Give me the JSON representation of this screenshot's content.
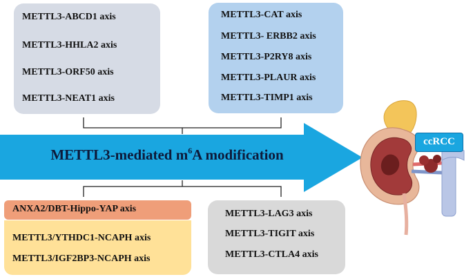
{
  "top_left_box": {
    "items": [
      "METTL3-ABCD1 axis",
      "METTL3-HHLA2 axis",
      "METTL3-ORF50 axis",
      "METTL3-NEAT1 axis"
    ]
  },
  "top_right_box": {
    "items": [
      "METTL3-CAT axis",
      "METTL3- ERBB2 axis",
      "METTL3-P2RY8 axis",
      "METTL3-PLAUR axis",
      "METTL3-TIMP1 axis"
    ]
  },
  "bottom_left": {
    "header": "ANXA2/DBT-Hippo-YAP axis",
    "items": [
      "METTL3/YTHDC1-NCAPH axis",
      "METTL3/IGF2BP3-NCAPH axis"
    ]
  },
  "bottom_right_box": {
    "items": [
      "METTL3-LAG3 axis",
      "METTL3-TIGIT axis",
      "METTL3-CTLA4 axis"
    ]
  },
  "arrow": {
    "label_prefix": "METTL3-mediated m",
    "label_superscript": "6",
    "label_suffix": "A modification"
  },
  "target": {
    "label": "ccRCC"
  },
  "colors": {
    "arrow": "#1aa6e0",
    "gray_box": "#d6dbe5",
    "blue_box": "#b3d1ee",
    "orange_band": "#ef9e79",
    "yellow_box": "#ffe198",
    "bottom_gray_box": "#d9d9d9"
  }
}
